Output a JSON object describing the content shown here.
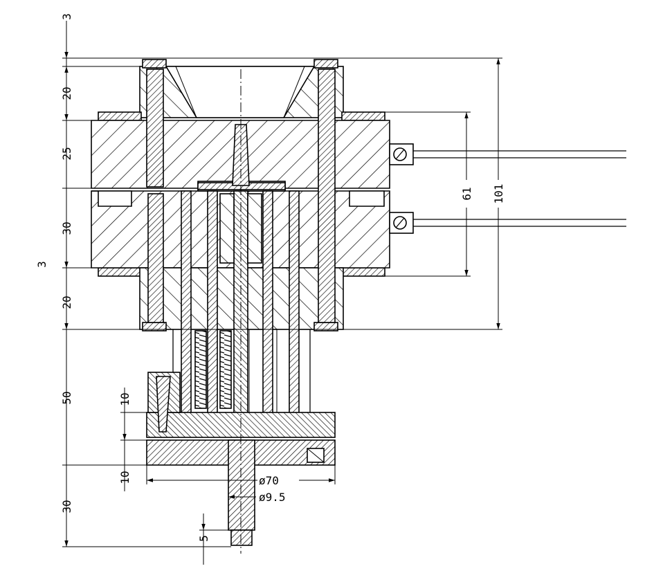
{
  "dimensions": {
    "top_gap": "3",
    "ring_top_height": "20",
    "block_upper_height": "25",
    "block_lower_height": "30",
    "gap_small": "3",
    "ring_bottom_height": "20",
    "column_height": "50",
    "base_height": "30",
    "tip_height": "5",
    "flange_thickness_upper": "10",
    "flange_thickness_lower": "10",
    "block_height": "61",
    "total_height": "101",
    "flange_diameter": "ø70",
    "nozzle_diameter": "ø9.5"
  }
}
